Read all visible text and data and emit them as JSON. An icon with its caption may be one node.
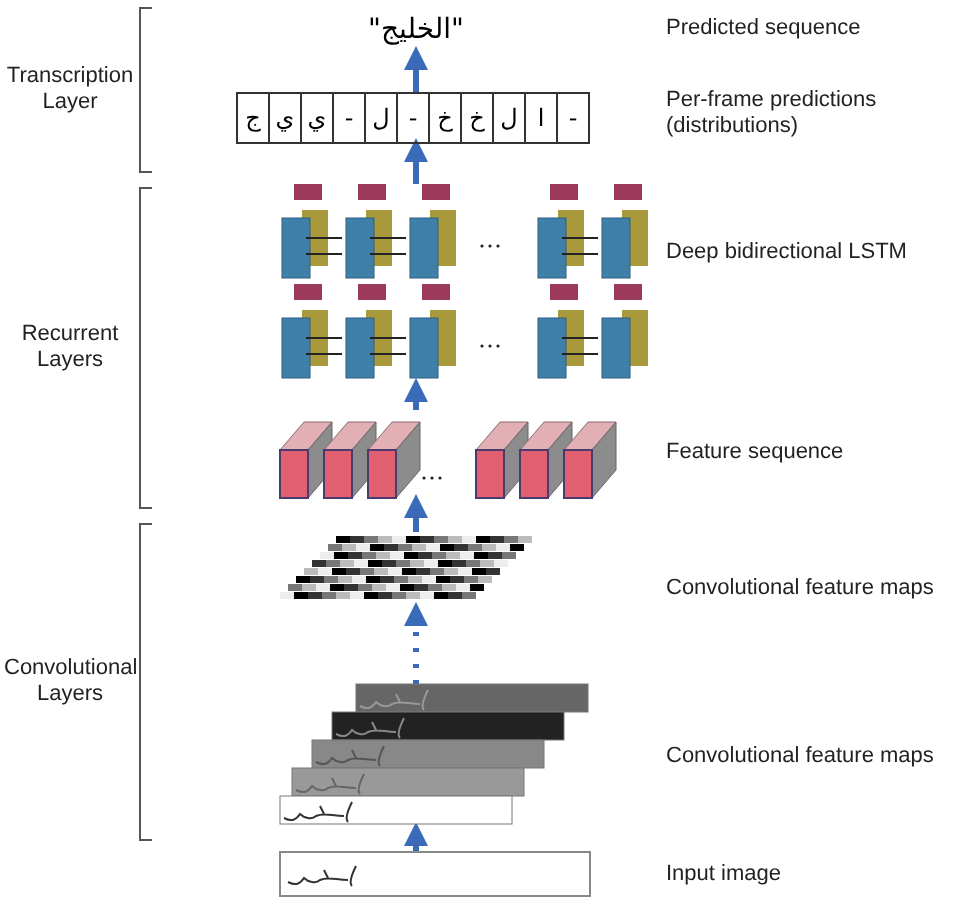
{
  "diagram": {
    "nodes": [
      {
        "text": [
          "\"الخليج\""
        ]
      },
      {
        "text": [
          "-",
          "ا",
          "ل",
          "خ",
          "خ",
          "-",
          "ل",
          "-",
          "ي",
          "ي",
          "ج"
        ],
        "beside": [
          "Per-frame predictions (distributions)"
        ]
      },
      {
        "text": [],
        "shape": "picture",
        "beside": [
          "Deep bidirectional LSTM"
        ]
      },
      {
        "text": [],
        "shape": "picture",
        "beside": [
          "Feature sequence"
        ]
      },
      {
        "text": [],
        "shape": "picture"
      },
      {
        "text": [],
        "shape": "picture",
        "beside": [
          "Convolutional feature maps"
        ]
      },
      {
        "text": [],
        "shape": "picture",
        "beside": [
          "Input image"
        ]
      }
    ],
    "edges": [
      {
        "from": 6,
        "to": 5,
        "arrow": "to"
      },
      {
        "from": 5,
        "to": 4,
        "arrow": "to",
        "style": "dashed"
      },
      {
        "from": 4,
        "to": 3,
        "arrow": "to"
      },
      {
        "from": 3,
        "to": 2,
        "arrow": "to"
      },
      {
        "from": 2,
        "to": 1,
        "arrow": "to"
      },
      {
        "from": 1,
        "to": 0,
        "arrow": "to"
      }
    ],
    "labels": [
      "Predicted sequence",
      "Transcription Layer",
      "Recurrent Layers",
      "Convolutional feature maps",
      "Convolutional Layers"
    ]
  }
}
